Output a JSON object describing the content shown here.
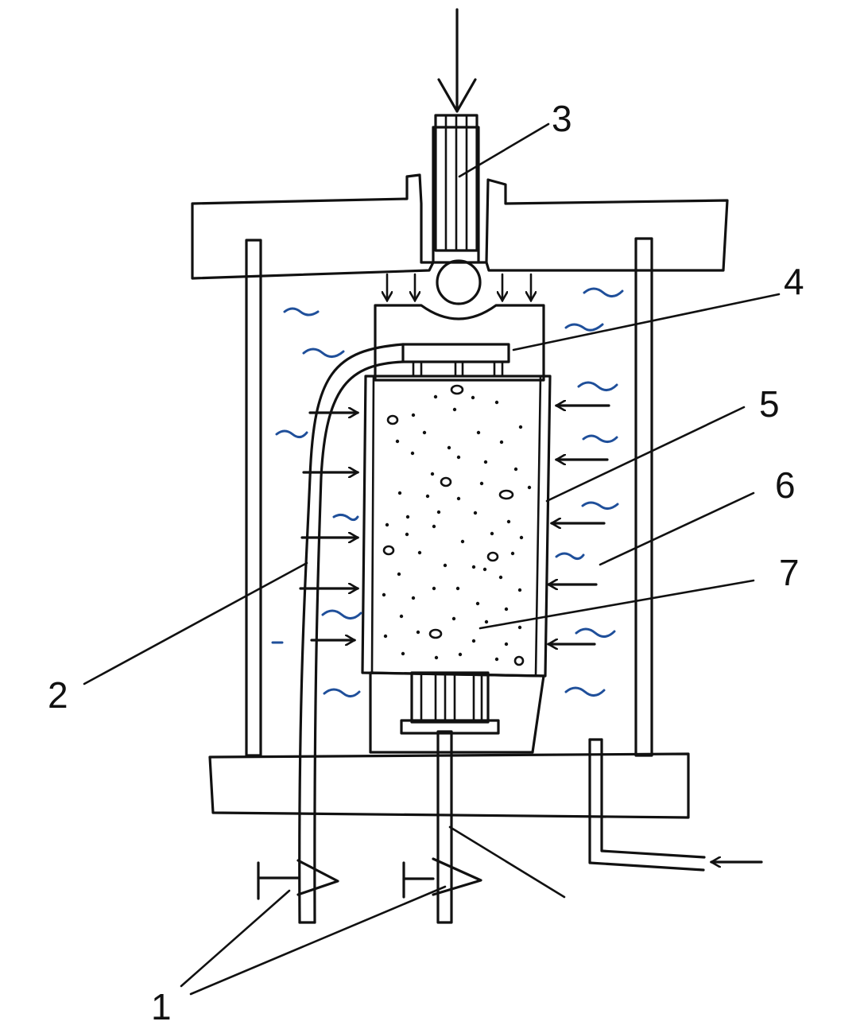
{
  "labels": {
    "l1": "1",
    "l2": "2",
    "l3": "3",
    "l4": "4",
    "l5": "5",
    "l6": "6",
    "l7": "7"
  },
  "colors": {
    "ink": "#111111",
    "water": "#1f4f9a",
    "background": "#ffffff"
  }
}
